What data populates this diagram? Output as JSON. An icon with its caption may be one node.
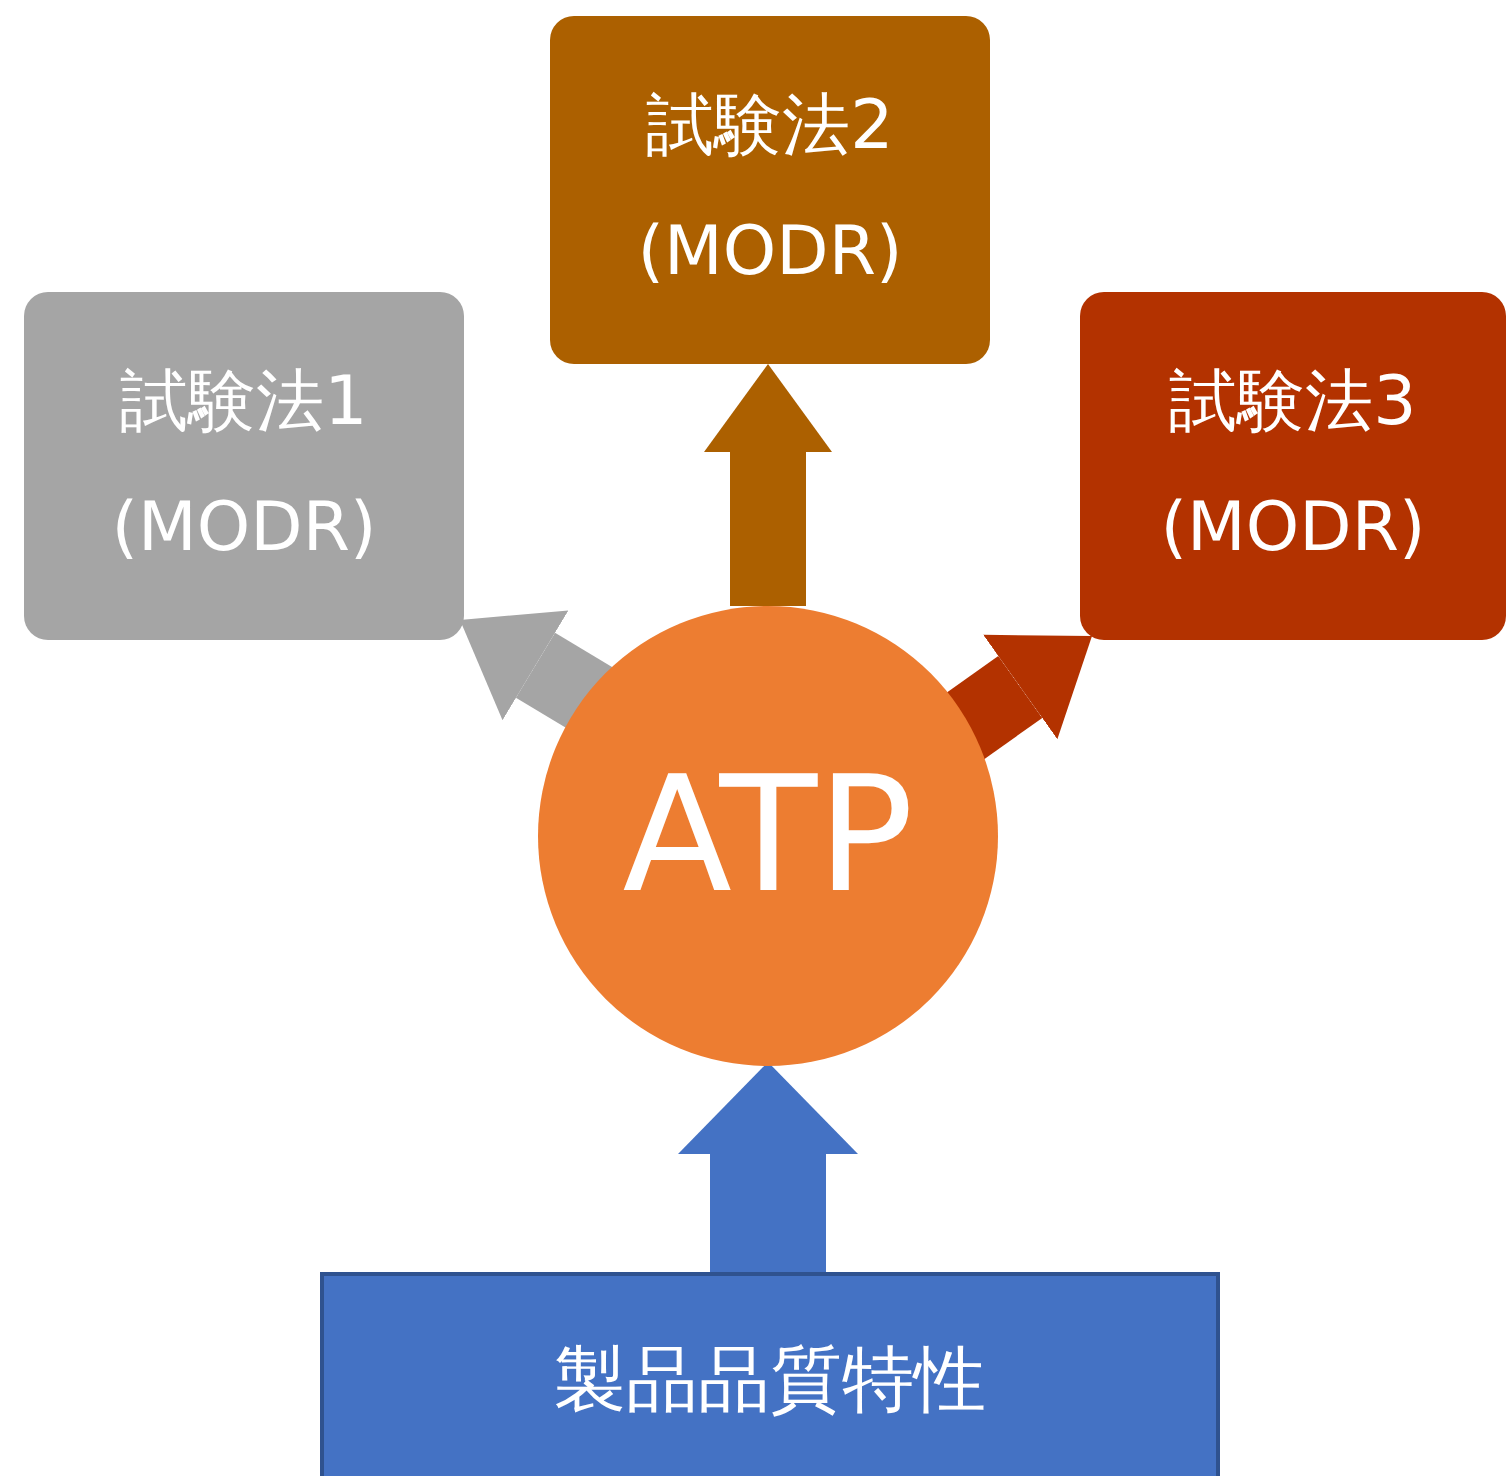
{
  "diagram": {
    "nodes": [
      {
        "text": [
          "試験法1",
          "(MODR)"
        ]
      },
      {
        "text": [
          "試験法2",
          "(MODR)"
        ]
      },
      {
        "text": [
          "試験法3",
          "(MODR)"
        ]
      },
      {
        "text": [
          "ATP"
        ]
      },
      {
        "text": [
          "製品品質特性"
        ]
      }
    ],
    "edges": [
      {
        "from": 3,
        "to": 0,
        "arrow": "to",
        "color": "#a5a5a5"
      },
      {
        "from": 3,
        "to": 1,
        "arrow": "to",
        "color": "#ac6000"
      },
      {
        "from": 3,
        "to": 2,
        "arrow": "to",
        "color": "#b33200"
      },
      {
        "from": 4,
        "to": 3,
        "arrow": "to",
        "color": "#4472c4"
      }
    ]
  }
}
